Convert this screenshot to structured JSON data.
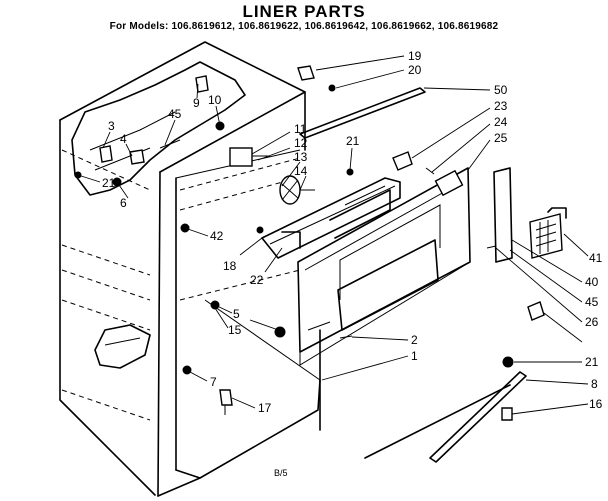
{
  "diagram": {
    "title": "LINER PARTS",
    "models": "For Models: 106.8619612, 106.8619622, 106.8619642, 106.8619662, 106.8619682",
    "page_mark": "B/5",
    "callouts": [
      "19",
      "20",
      "50",
      "23",
      "24",
      "25",
      "21",
      "11",
      "12",
      "13",
      "14",
      "3",
      "9",
      "10",
      "4",
      "45",
      "21",
      "6",
      "42",
      "18",
      "22",
      "5",
      "15",
      "2",
      "1",
      "7",
      "17",
      "41",
      "40",
      "45",
      "26",
      "21",
      "8",
      "16"
    ]
  }
}
